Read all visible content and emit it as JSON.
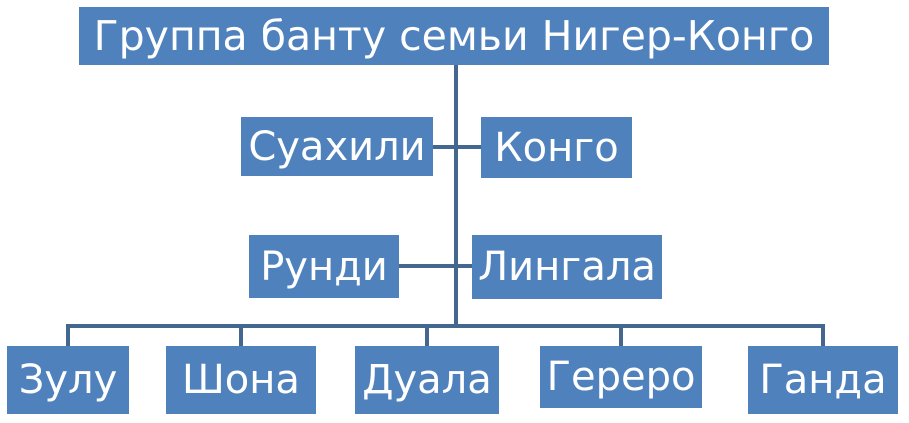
{
  "diagram": {
    "root": {
      "label": "Группа банту семьи Нигер-Конго"
    },
    "inner_nodes": [
      {
        "label": "Суахили"
      },
      {
        "label": "Конго"
      },
      {
        "label": "Рунди"
      },
      {
        "label": "Лингала"
      }
    ],
    "bottom_nodes": [
      {
        "label": "Зулу"
      },
      {
        "label": "Шона"
      },
      {
        "label": "Дуала"
      },
      {
        "label": "Гереро"
      },
      {
        "label": "Ганда"
      }
    ],
    "colors": {
      "node_fill": "#4f81bd",
      "node_text": "#ffffff",
      "connector": "#44678f",
      "background": "#ffffff"
    }
  }
}
